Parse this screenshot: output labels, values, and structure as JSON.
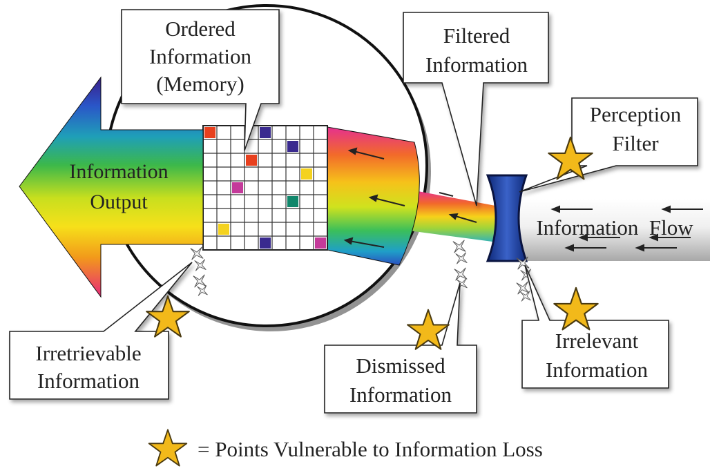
{
  "labels": {
    "ordered": [
      "Ordered",
      "Information",
      "(Memory)"
    ],
    "filtered": [
      "Filtered",
      "Information"
    ],
    "perception": [
      "Perception",
      "Filter"
    ],
    "output": [
      "Information",
      "Output"
    ],
    "flow": "Information  Flow",
    "irretrievable": [
      "Irretrievable",
      "Information"
    ],
    "dismissed": [
      "Dismissed",
      "Information"
    ],
    "irrelevant": [
      "Irrelevant",
      "Information"
    ],
    "legend": "= Points Vulnerable to Information Loss"
  },
  "colors": {
    "star_fill": "#f2b91a",
    "star_stroke": "#4a3a10",
    "filter_fill": "#1f3f9e",
    "grid_line": "#333333",
    "memory_cells": [
      "#e8401e",
      "#3a2a8f",
      "#c43a9a",
      "#f4d21e",
      "#11876b"
    ]
  }
}
